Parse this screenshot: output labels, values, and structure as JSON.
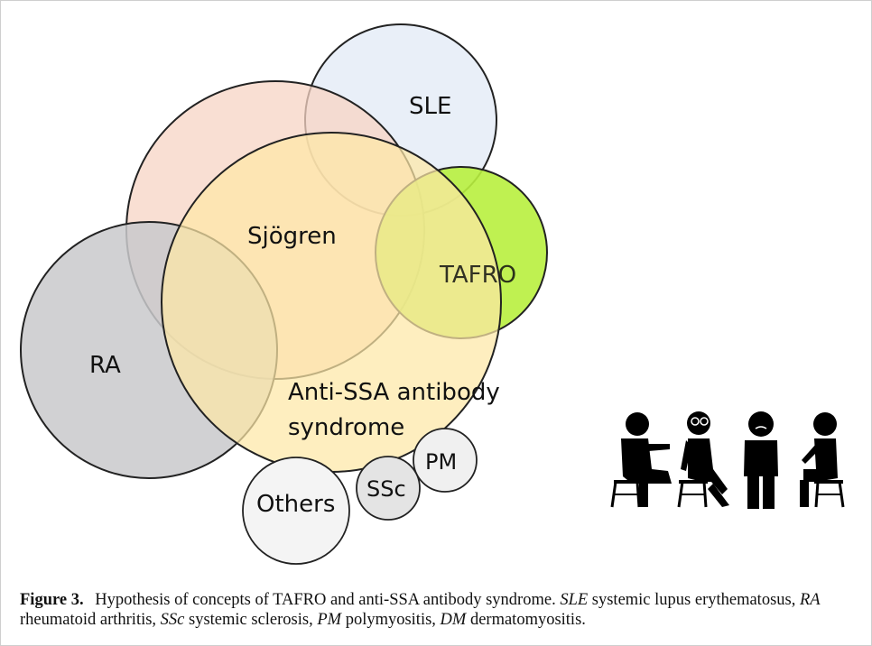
{
  "diagram": {
    "labels": {
      "sle": "SLE",
      "sjogren": "Sjögren",
      "tafro": "TAFRO",
      "ra": "RA",
      "anti_ssa_line1": "Anti-SSA antibody",
      "anti_ssa_line2": "syndrome",
      "pm": "PM",
      "ssc": "SSc",
      "others": "Others"
    },
    "colors": {
      "sle": "#e8eef8",
      "sjogren": "#f7d4c4",
      "tafro": "#b8ef3e",
      "ra": "#c9c9cb",
      "anti_ssa": "#fde7a6",
      "small": "#f0f0f0",
      "outline": "#222222"
    },
    "people_icon": "people-sitting-icon"
  },
  "caption": {
    "figure_label": "Figure 3.",
    "text_main": "Hypothesis of concepts of TAFRO and anti-SSA antibody syndrome.",
    "abbr1": "SLE",
    "def1": "systemic lupus erythematosus,",
    "abbr2": "RA",
    "def2": "rheumatoid arthritis,",
    "abbr3": "SSc",
    "def3": "systemic sclerosis,",
    "abbr4": "PM",
    "def4": "polymyositis,",
    "abbr5": "DM",
    "def5": "dermatomyositis."
  }
}
